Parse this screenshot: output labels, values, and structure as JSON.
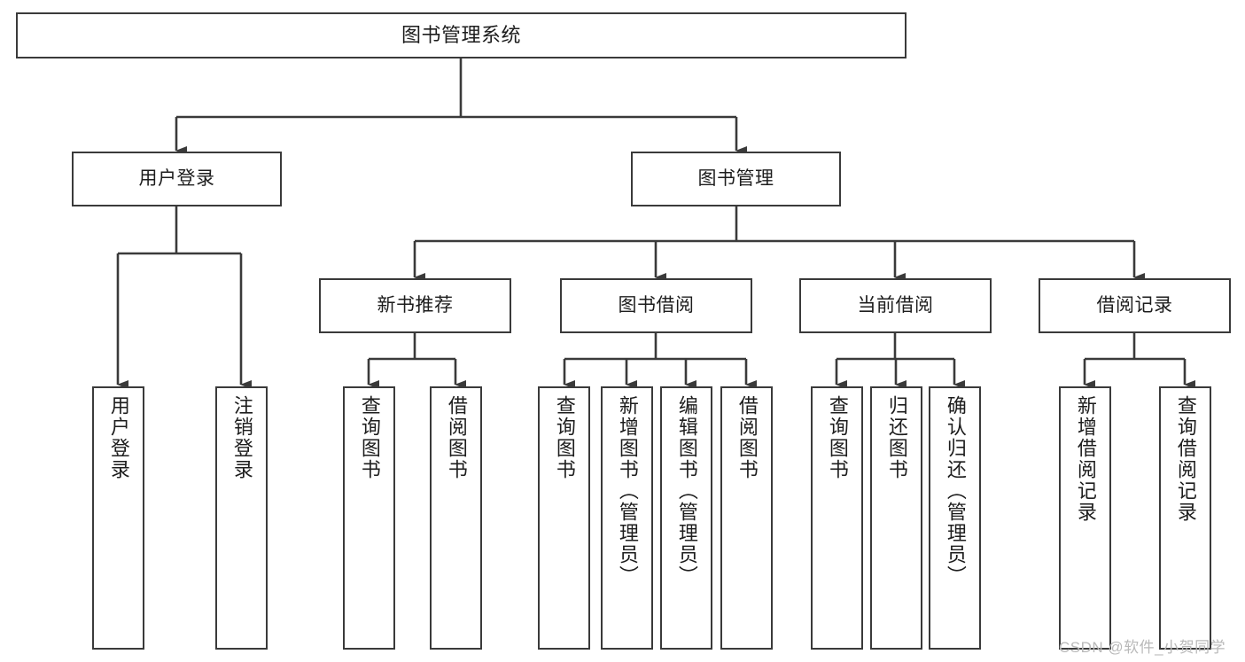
{
  "diagram": {
    "type": "tree-hierarchy",
    "title": "图书管理系统",
    "root": {
      "label": "图书管理系统"
    },
    "level1": [
      {
        "id": "user-login",
        "label": "用户登录"
      },
      {
        "id": "book-manage",
        "label": "图书管理"
      }
    ],
    "level2": [
      {
        "id": "new-book-recommend",
        "label": "新书推荐",
        "parent": "book-manage"
      },
      {
        "id": "book-borrow",
        "label": "图书借阅",
        "parent": "book-manage"
      },
      {
        "id": "current-borrow",
        "label": "当前借阅",
        "parent": "book-manage"
      },
      {
        "id": "borrow-record",
        "label": "借阅记录",
        "parent": "book-manage"
      }
    ],
    "leaves": [
      {
        "id": "leaf-user-login",
        "label": "用户登录",
        "parent": "user-login"
      },
      {
        "id": "leaf-user-logout",
        "label": "注销登录",
        "parent": "user-login"
      },
      {
        "id": "leaf-query-book-1",
        "label": "查询图书",
        "parent": "new-book-recommend"
      },
      {
        "id": "leaf-borrow-book-1",
        "label": "借阅图书",
        "parent": "new-book-recommend"
      },
      {
        "id": "leaf-query-book-2",
        "label": "查询图书",
        "parent": "book-borrow"
      },
      {
        "id": "leaf-add-book",
        "label": "新增图书（管理员）",
        "parent": "book-borrow"
      },
      {
        "id": "leaf-edit-book",
        "label": "编辑图书（管理员）",
        "parent": "book-borrow"
      },
      {
        "id": "leaf-borrow-book-2",
        "label": "借阅图书",
        "parent": "book-borrow"
      },
      {
        "id": "leaf-query-book-3",
        "label": "查询图书",
        "parent": "current-borrow"
      },
      {
        "id": "leaf-return-book",
        "label": "归还图书",
        "parent": "current-borrow"
      },
      {
        "id": "leaf-confirm-return",
        "label": "确认归还（管理员）",
        "parent": "current-borrow"
      },
      {
        "id": "leaf-add-record",
        "label": "新增借阅记录",
        "parent": "borrow-record"
      },
      {
        "id": "leaf-query-record",
        "label": "查询借阅记录",
        "parent": "borrow-record"
      }
    ]
  },
  "watermark": {
    "text": "CSDN @软件_小贺同学"
  },
  "colors": {
    "border": "#3a3a3a",
    "line": "#3a3a3a",
    "background": "#ffffff",
    "text": "#1d1d1d",
    "watermark": "#b9b9b9"
  }
}
